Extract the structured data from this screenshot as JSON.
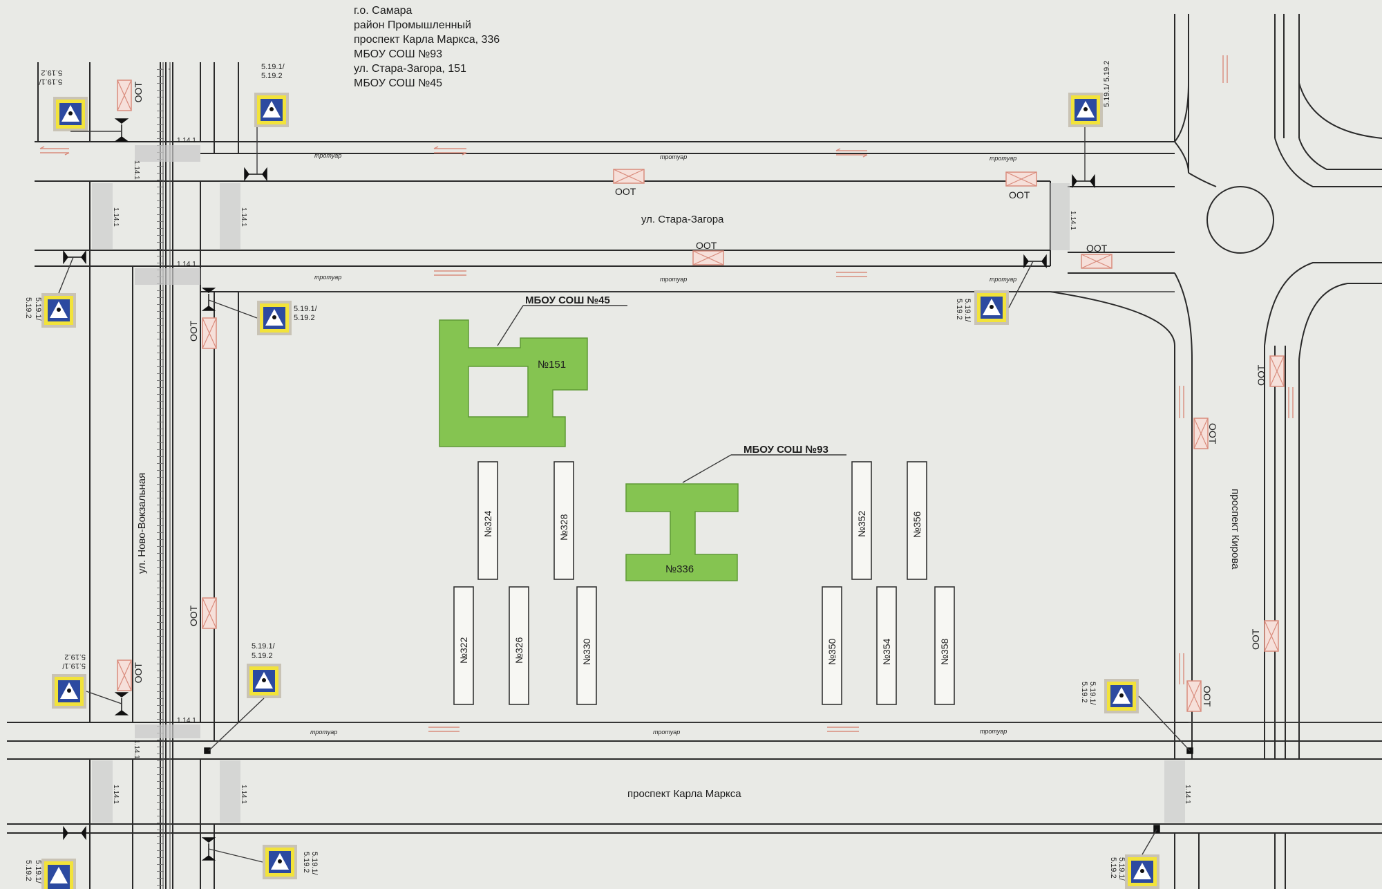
{
  "header": {
    "lines": [
      "г.о. Самара",
      "район Промышленный",
      "проспект Карла Маркса, 336",
      "МБОУ СОШ №93",
      "ул. Стара-Загора, 151",
      "МБОУ СОШ №45"
    ]
  },
  "streets": {
    "stara_zagora": "ул. Стара-Загора",
    "karla_marksa": "проспект Карла Маркса",
    "novo_vokzalnaya": "ул. Ново-Вокзальная",
    "kirova": "проспект Кирова"
  },
  "schools": {
    "s45": {
      "label": "МБОУ СОШ №45",
      "number": "№151"
    },
    "s93": {
      "label": "МБОУ СОШ №93",
      "number": "№336"
    }
  },
  "houses": [
    "№324",
    "№328",
    "№322",
    "№326",
    "№330",
    "№352",
    "№356",
    "№350",
    "№354",
    "№358"
  ],
  "sidewalk_label": "тротуар",
  "stop_label": "ООТ",
  "marking_label": "1.14.1",
  "sign_label": "5.19.1/ 5.19.2",
  "sign_label_top": "5.19.1/",
  "sign_label_bottom": "5.19.2",
  "colors": {
    "building": "#85c451",
    "sign_blue": "#2c4aa0",
    "sign_yellow": "#f2e33a",
    "stop": "#d98c7d"
  },
  "icons": {
    "crosswalk_sign": "pedestrian-crossing-sign-icon",
    "traffic_light": "pedestrian-traffic-light-icon",
    "direction": "traffic-direction-arrow-icon"
  }
}
